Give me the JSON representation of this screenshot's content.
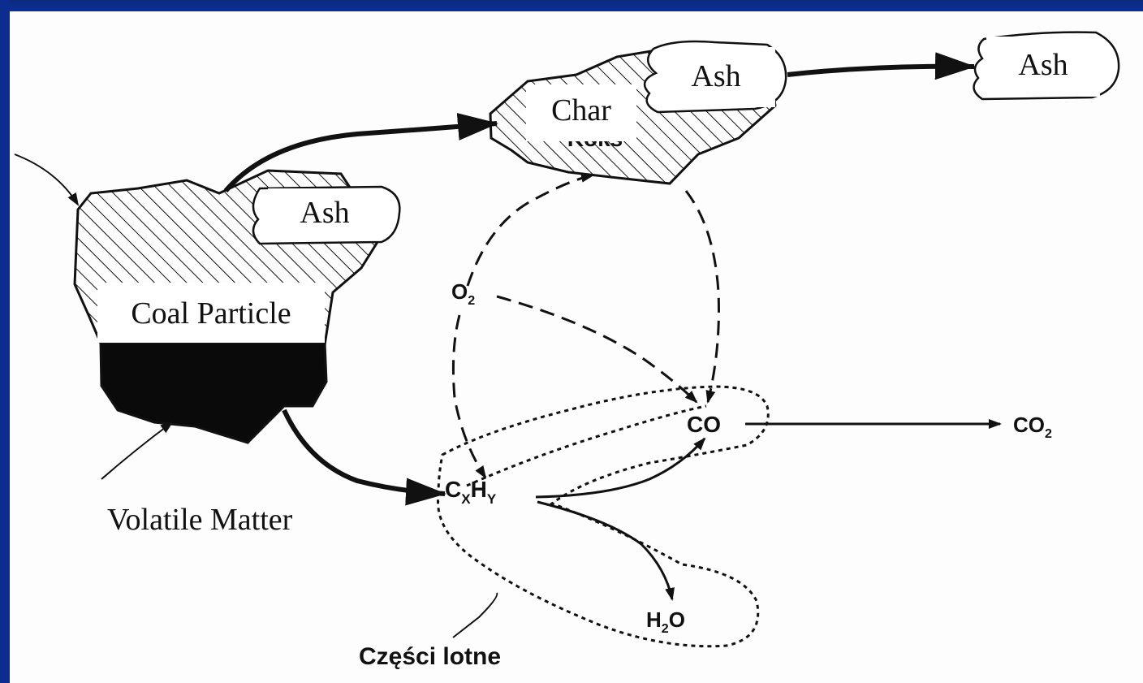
{
  "labels": {
    "coal_particle": "Coal Particle",
    "ash_coal": "Ash",
    "char": "Char",
    "ash_char": "Ash",
    "ash_final": "Ash",
    "volatile_matter": "Volatile Matter",
    "o2": "O",
    "o2_sub": "2",
    "co": "CO",
    "co2": "CO",
    "co2_sub": "2",
    "cxhy_c": "C",
    "cxhy_x": "X",
    "cxhy_h": "H",
    "cxhy_y": "Y",
    "h2o_h": "H",
    "h2o_sub": "2",
    "h2o_o": "O",
    "czesci_lotne": "Części lotne",
    "koks_partial": "Koks"
  },
  "colors": {
    "frame": "#0b2a8a",
    "panel": "#fdfdfd",
    "ink": "#111111"
  }
}
